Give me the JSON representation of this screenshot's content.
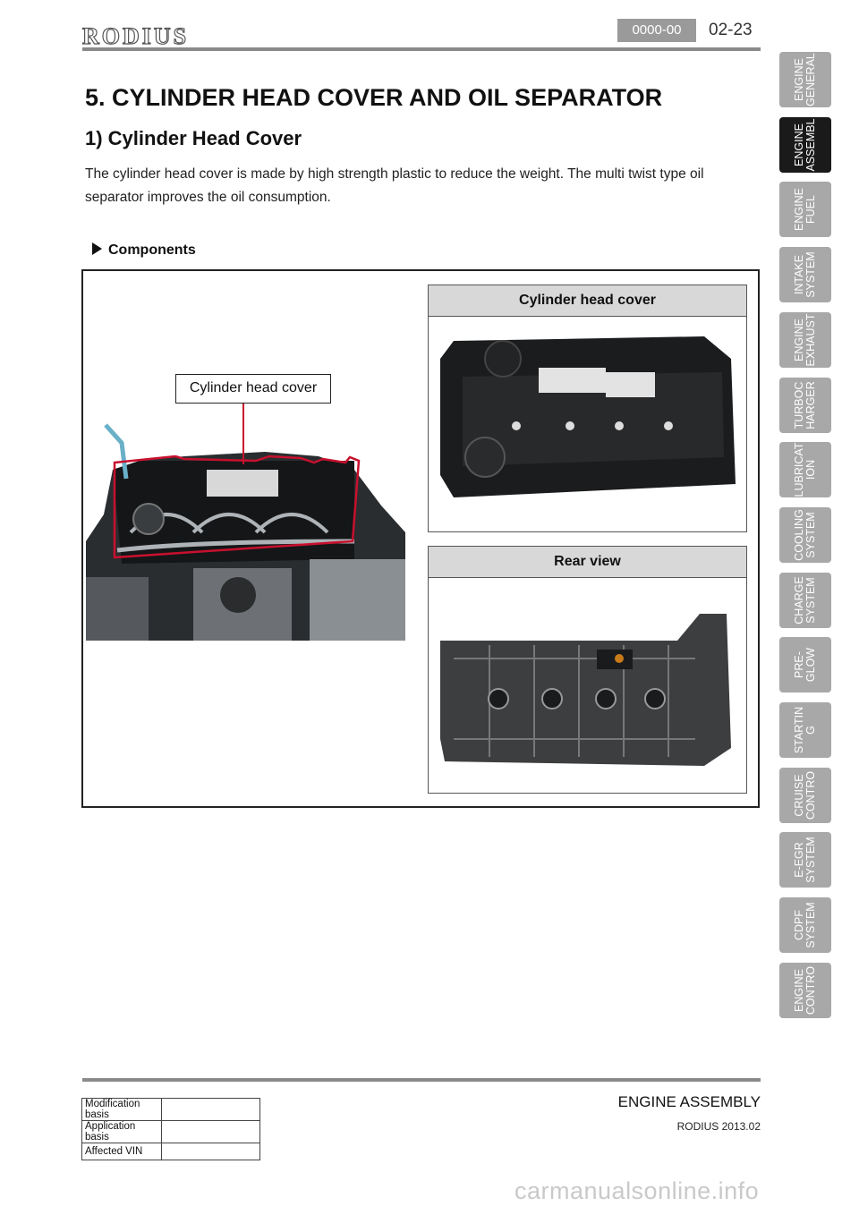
{
  "header": {
    "brand": "RODIUS",
    "code": "0000-00",
    "page": "02-23"
  },
  "title": "5. CYLINDER HEAD COVER AND OIL SEPARATOR",
  "subtitle": "1) Cylinder Head Cover",
  "intro": "The cylinder head cover is made by high strength plastic to reduce the weight. The multi twist type oil separator improves the oil consumption.",
  "components_label": "Components",
  "figure": {
    "callout": "Cylinder head cover",
    "panel_top_title": "Cylinder head cover",
    "panel_bottom_title": "Rear view"
  },
  "side_tabs": [
    {
      "label": "ENGINE\nGENERAL",
      "active": false
    },
    {
      "label": "ENGINE\nASSEMBL",
      "active": true
    },
    {
      "label": "ENGINE\nFUEL",
      "active": false
    },
    {
      "label": "INTAKE\nSYSTEM",
      "active": false
    },
    {
      "label": "ENGINE\nEXHAUST",
      "active": false
    },
    {
      "label": "TURBOC\nHARGER",
      "active": false
    },
    {
      "label": "LUBRICAT\nION",
      "active": false
    },
    {
      "label": "COOLING\nSYSTEM",
      "active": false
    },
    {
      "label": "CHARGE\nSYSTEM",
      "active": false
    },
    {
      "label": "PRE-\nGLOW",
      "active": false
    },
    {
      "label": "STARTIN\nG",
      "active": false
    },
    {
      "label": "CRUISE\nCONTRO",
      "active": false
    },
    {
      "label": "E-EGR\nSYSTEM",
      "active": false
    },
    {
      "label": "CDPF\nSYSTEM",
      "active": false
    },
    {
      "label": "ENGINE\nCONTRO",
      "active": false
    }
  ],
  "footer": {
    "meta": [
      {
        "key": "Modification basis",
        "value": ""
      },
      {
        "key": "Application basis",
        "value": ""
      },
      {
        "key": "Affected VIN",
        "value": ""
      }
    ],
    "section": "ENGINE ASSEMBLY",
    "edition": "RODIUS 2013.02",
    "watermark": "carmanualsonline.info"
  },
  "colors": {
    "tab_inactive": "#a8a8a8",
    "tab_active": "#1a1a1a",
    "callout_line": "#c8102e",
    "panel_header": "#d8d8d8"
  }
}
